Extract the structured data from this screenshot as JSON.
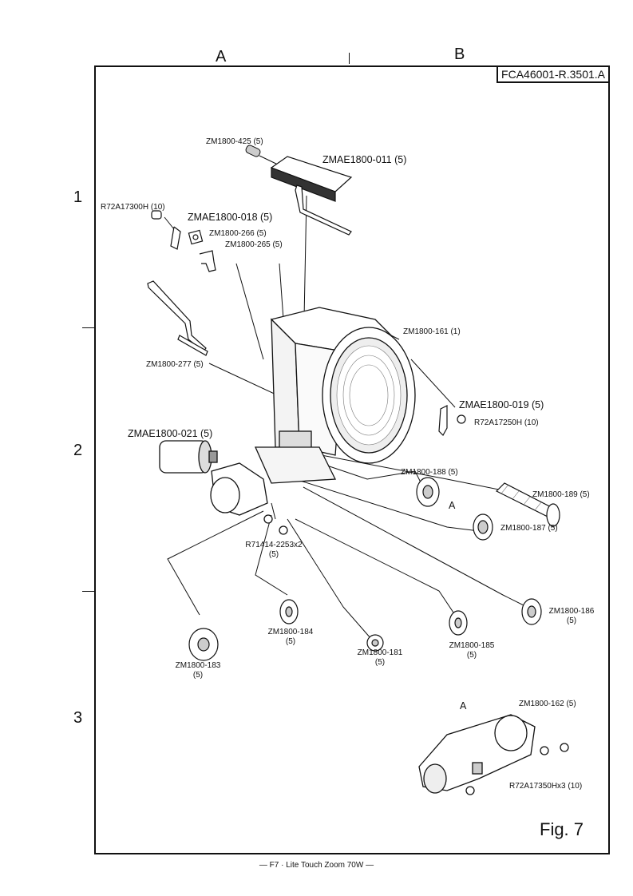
{
  "columns": [
    "A",
    "B"
  ],
  "rows": [
    "1",
    "2",
    "3"
  ],
  "doc_code": "FCA46001-R.3501.A",
  "parts": {
    "zm1800_425": "ZM1800-425 (5)",
    "zmae1800_011": "ZMAE1800-011 (5)",
    "r72a17300h": "R72A17300H (10)",
    "zmae1800_018": "ZMAE1800-018 (5)",
    "zm1800_266": "ZM1800-266 (5)",
    "zm1800_265": "ZM1800-265 (5)",
    "zm1800_161": "ZM1800-161 (1)",
    "zm1800_277": "ZM1800-277 (5)",
    "zmae1800_019": "ZMAE1800-019 (5)",
    "r72a17250h": "R72A17250H (10)",
    "zmae1800_021": "ZMAE1800-021 (5)",
    "zm1800_188": "ZM1800-188 (5)",
    "marker_a": "A",
    "zm1800_189": "ZM1800-189 (5)",
    "zm1800_187": "ZM1800-187 (5)",
    "r71414_line1": "R71414-2253x2",
    "r71414_line2": "(5)",
    "zm1800_186_line1": "ZM1800-186",
    "zm1800_186_line2": "(5)",
    "zm1800_183_line1": "ZM1800-183",
    "zm1800_183_line2": "(5)",
    "zm1800_184_line1": "ZM1800-184",
    "zm1800_184_line2": "(5)",
    "zm1800_181_line1": "ZM1800-181",
    "zm1800_181_line2": "(5)",
    "zm1800_185_line1": "ZM1800-185",
    "zm1800_185_line2": "(5)",
    "marker_a2": "A",
    "zm1800_162": "ZM1800-162 (5)",
    "r72a17350h": "R72A17350Hx3 (10)"
  },
  "figure_label": "Fig.  7",
  "footer": "— F7 · Lite Touch Zoom 70W —"
}
